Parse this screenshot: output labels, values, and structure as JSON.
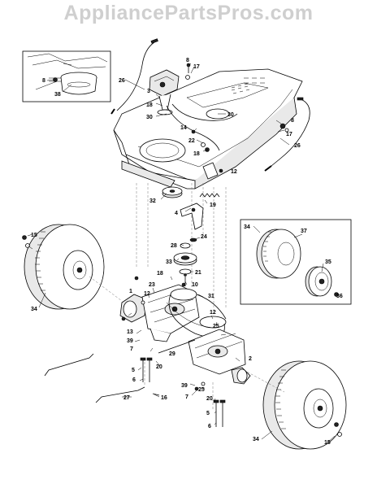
{
  "watermark": "AppliancePartsPros.com",
  "callouts": {
    "c1": "1",
    "c2": "2",
    "c3": "3",
    "c4": "4",
    "c5a": "5",
    "c5b": "5",
    "c6a": "6",
    "c6b": "6",
    "c7a": "7",
    "c7b": "7",
    "c8a": "8",
    "c8b": "8",
    "c8c": "8",
    "c10": "10",
    "c12a": "12",
    "c12b": "12",
    "c12c": "12",
    "c13": "13",
    "c14": "14",
    "c15a": "15",
    "c15b": "15",
    "c16": "16",
    "c17a": "17",
    "c17b": "17",
    "c18a": "18",
    "c18b": "18",
    "c18c": "18",
    "c19": "19",
    "c20a": "20",
    "c20b": "20",
    "c21": "21",
    "c22": "22",
    "c23": "23",
    "c24": "24",
    "c25": "25",
    "c26a": "26",
    "c26b": "26",
    "c27": "27",
    "c28": "28",
    "c29": "29",
    "c30a": "30",
    "c30b": "30",
    "c31": "31",
    "c32": "32",
    "c33": "33",
    "c34a": "34",
    "c34b": "34",
    "c34c": "34",
    "c35": "35",
    "c36": "36",
    "c37": "37",
    "c38": "38",
    "c39a": "39",
    "c39b": "39"
  }
}
